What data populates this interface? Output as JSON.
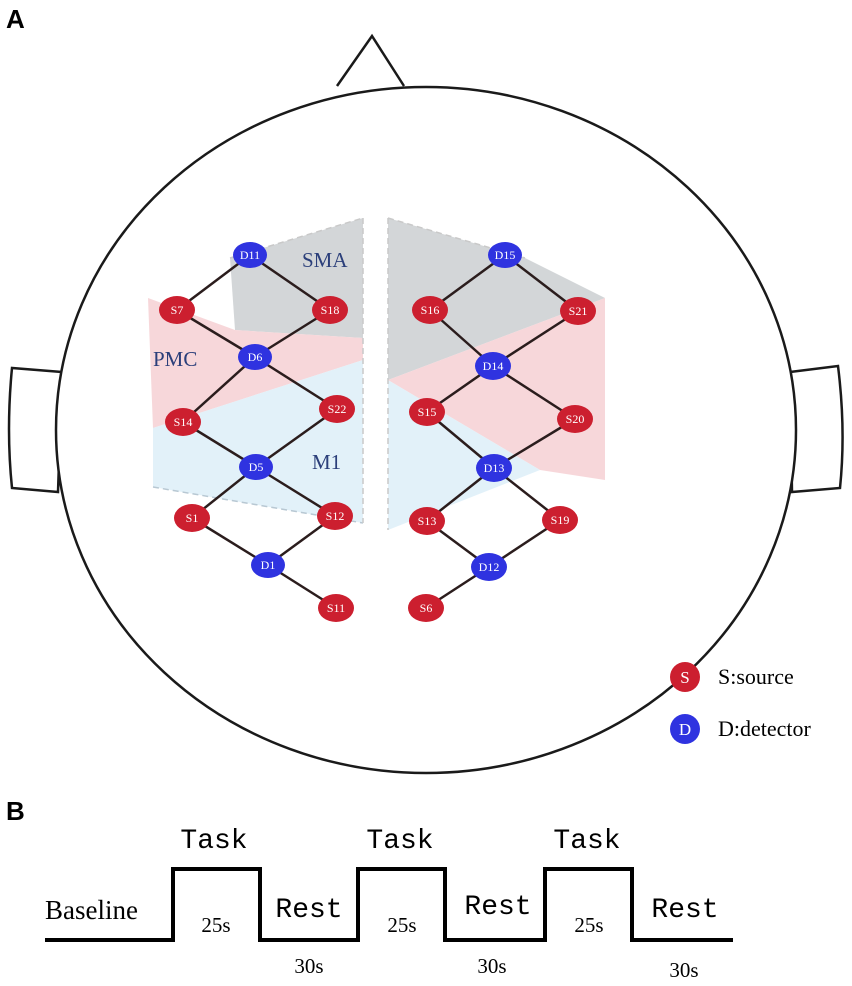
{
  "panels": {
    "a": "A",
    "b": "B"
  },
  "regions": {
    "sma": "SMA",
    "pmc": "PMC",
    "m1": "M1"
  },
  "colors": {
    "source": "#cc1f2f",
    "detector": "#2f33e0",
    "sma_fill": "#d3d6d8",
    "pmc_fill": "#f6d3d6",
    "m1_fill": "#dff0f8",
    "line": "#2b1d1d"
  },
  "optodes": {
    "left": {
      "D11": "D11",
      "S7": "S7",
      "S18": "S18",
      "D6": "D6",
      "S14": "S14",
      "S22": "S22",
      "D5": "D5",
      "S1": "S1",
      "S12": "S12",
      "D1": "D1",
      "S11": "S11"
    },
    "right": {
      "D15": "D15",
      "S16": "S16",
      "S21": "S21",
      "D14": "D14",
      "S15": "S15",
      "S20": "S20",
      "D13": "D13",
      "S13": "S13",
      "S19": "S19",
      "D12": "D12",
      "S6": "S6"
    }
  },
  "legend": {
    "source_glyph": "S",
    "source_text": "S:source",
    "detector_glyph": "D",
    "detector_text": "D:detector"
  },
  "timeline": {
    "baseline": "Baseline",
    "blocks": [
      {
        "task": "Task",
        "task_duration": "25s",
        "rest": "Rest",
        "rest_duration": "30s"
      },
      {
        "task": "Task",
        "task_duration": "25s",
        "rest": "Rest",
        "rest_duration": "30s"
      },
      {
        "task": "Task",
        "task_duration": "25s",
        "rest": "Rest",
        "rest_duration": "30s"
      }
    ]
  }
}
